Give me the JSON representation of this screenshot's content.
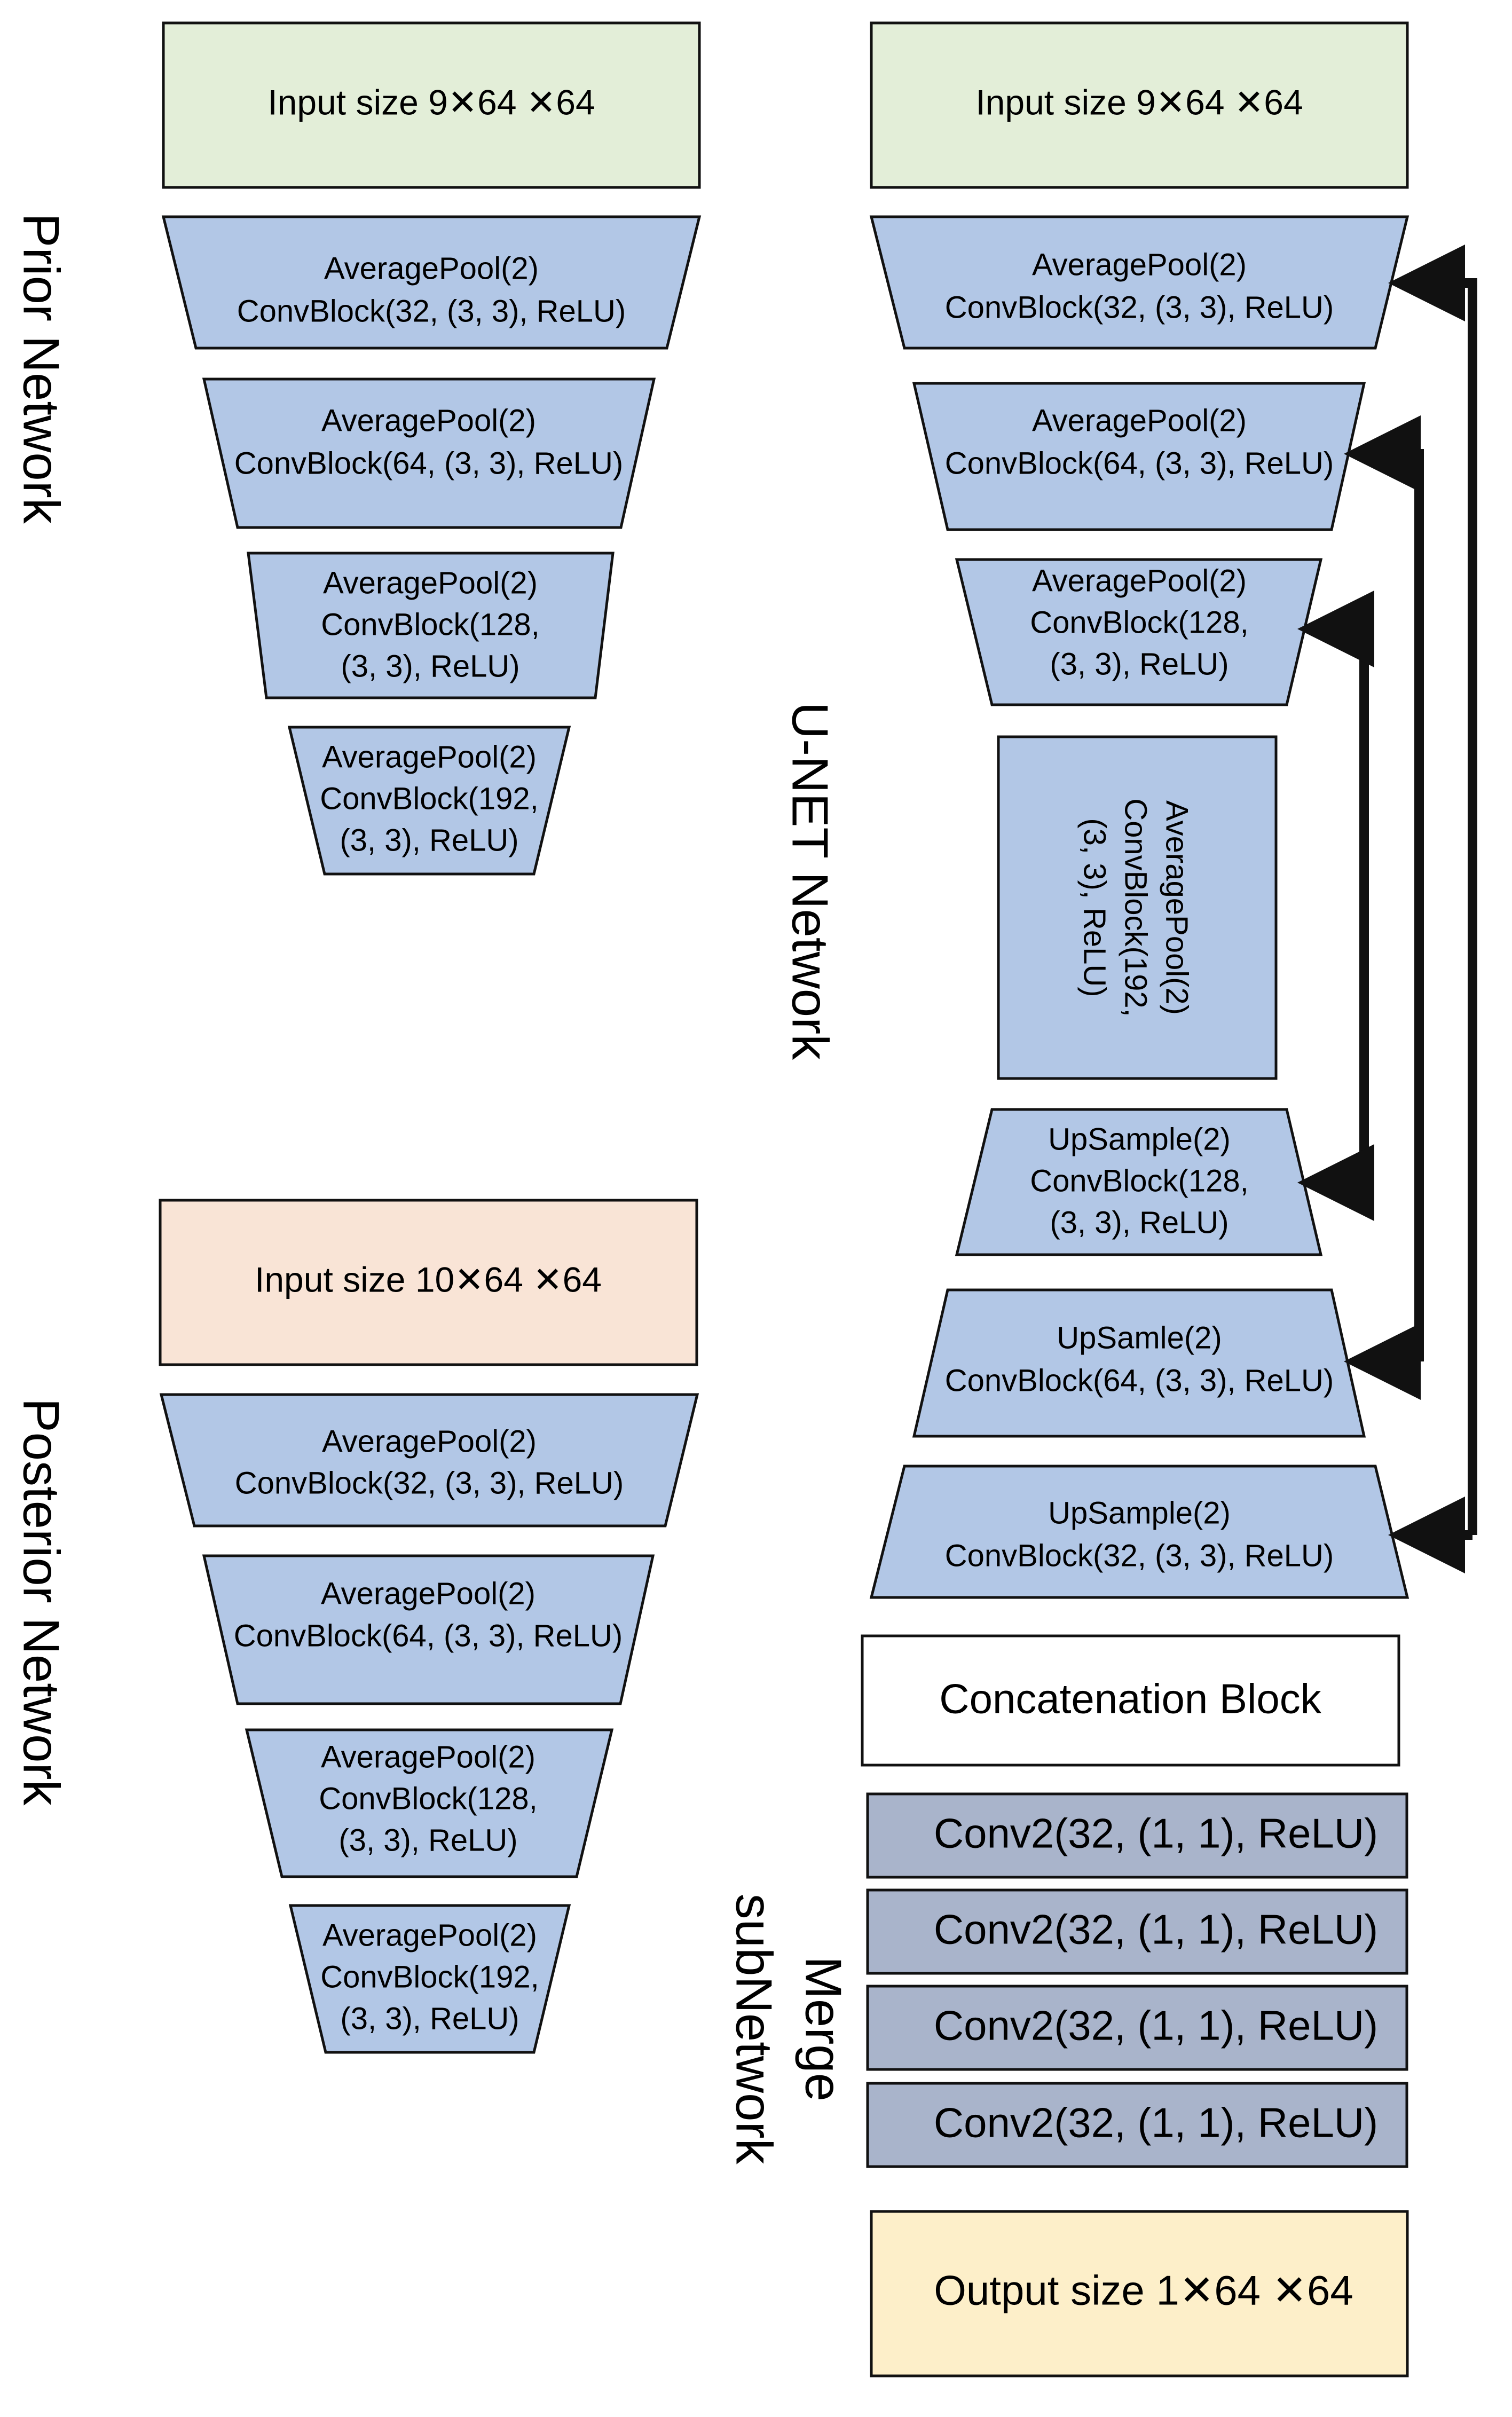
{
  "colors": {
    "input_green": "#e3eed8",
    "input_orange": "#f9e4d6",
    "output_yellow": "#fdefc9",
    "block_blue": "#b2c7e6",
    "conv_gray": "#a9b4cb",
    "concat_white": "#ffffff",
    "stroke": "#111111"
  },
  "sections": {
    "prior": "Prior Network",
    "posterior": "Posterior Network",
    "unet": "U-NET Network",
    "merge_line1": "Merge",
    "merge_line2": "subNetwork"
  },
  "prior_network": {
    "input": "Input size 9✕64 ✕64",
    "blocks": [
      {
        "line1": "AveragePool(2)",
        "line2": "ConvBlock(32, (3, 3), ReLU)",
        "line3": ""
      },
      {
        "line1": "AveragePool(2)",
        "line2": "ConvBlock(64, (3, 3), ReLU)",
        "line3": ""
      },
      {
        "line1": "AveragePool(2)",
        "line2": "ConvBlock(128,",
        "line3": "(3, 3), ReLU)"
      },
      {
        "line1": "AveragePool(2)",
        "line2": "ConvBlock(192,",
        "line3": "(3, 3), ReLU)"
      }
    ]
  },
  "posterior_network": {
    "input": "Input size 10✕64 ✕64",
    "blocks": [
      {
        "line1": "AveragePool(2)",
        "line2": "ConvBlock(32, (3, 3), ReLU)",
        "line3": ""
      },
      {
        "line1": "AveragePool(2)",
        "line2": "ConvBlock(64, (3, 3), ReLU)",
        "line3": ""
      },
      {
        "line1": "AveragePool(2)",
        "line2": "ConvBlock(128,",
        "line3": "(3, 3), ReLU)"
      },
      {
        "line1": "AveragePool(2)",
        "line2": "ConvBlock(192,",
        "line3": "(3, 3), ReLU)"
      }
    ]
  },
  "unet_network": {
    "input": "Input size 9✕64 ✕64",
    "down": [
      {
        "line1": "AveragePool(2)",
        "line2": "ConvBlock(32, (3, 3), ReLU)",
        "line3": ""
      },
      {
        "line1": "AveragePool(2)",
        "line2": "ConvBlock(64, (3, 3), ReLU)",
        "line3": ""
      },
      {
        "line1": "AveragePool(2)",
        "line2": "ConvBlock(128,",
        "line3": "(3, 3), ReLU)"
      }
    ],
    "bottleneck": {
      "line1": "AveragePool(2)",
      "line2": "ConvBlock(192,",
      "line3": "(3, 3), ReLU)"
    },
    "up": [
      {
        "line1": "UpSample(2)",
        "line2": "ConvBlock(128,",
        "line3": "(3, 3), ReLU)"
      },
      {
        "line1": "UpSamle(2)",
        "line2": "ConvBlock(64, (3, 3), ReLU)",
        "line3": ""
      },
      {
        "line1": "UpSample(2)",
        "line2": "ConvBlock(32, (3, 3), ReLU)",
        "line3": ""
      }
    ]
  },
  "merge_subnetwork": {
    "concat": "Concatenation Block",
    "convs": [
      "Conv2(32, (1, 1), ReLU)",
      "Conv2(32, (1, 1), ReLU)",
      "Conv2(32, (1, 1), ReLU)",
      "Conv2(32, (1, 1), ReLU)"
    ],
    "output": "Output size 1✕64 ✕64"
  }
}
